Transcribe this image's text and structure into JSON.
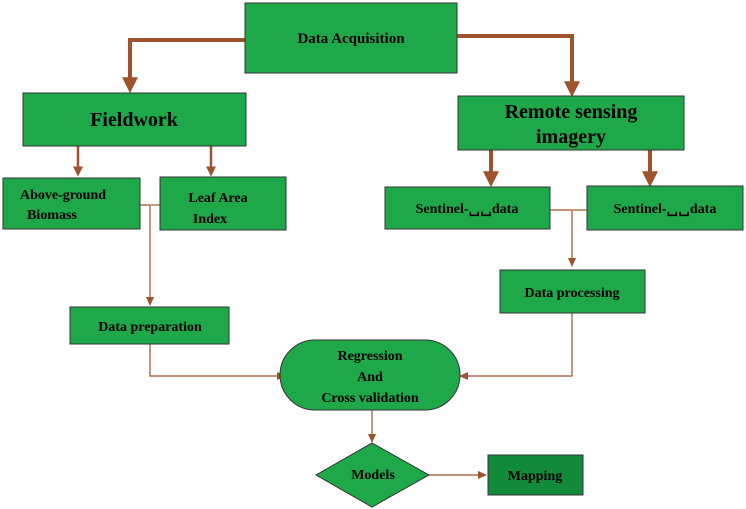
{
  "nodes": {
    "data_acquisition": "Data Acquisition",
    "fieldwork": "Fieldwork",
    "remote_sensing_1": "Remote sensing",
    "remote_sensing_2": "imagery",
    "agb_1": "Above-ground",
    "agb_2": "Biomass",
    "lai_1": "Leaf Area",
    "lai_2": "Index",
    "sentinel_a": "Sentinel-␣␣data",
    "sentinel_b": "Sentinel-␣␣data",
    "data_preparation": "Data preparation",
    "data_processing": "Data processing",
    "regression_1": "Regression",
    "regression_2": "And",
    "regression_3": "Cross validation",
    "models": "Models",
    "mapping": "Mapping"
  },
  "colors": {
    "box_fill": "#1fa84a",
    "mapping_fill": "#138a3a",
    "connector": "#a0522d"
  }
}
